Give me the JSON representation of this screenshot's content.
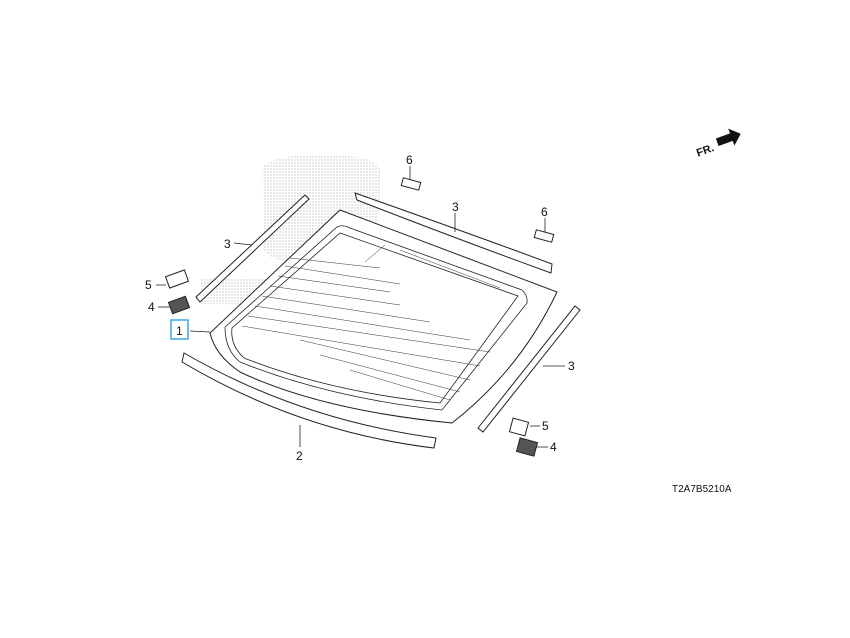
{
  "diagram": {
    "direction_label": "FR.",
    "diagram_code": "T2A7B5210A",
    "highlight_color": "#3aa6dd",
    "watermark": "HONDA",
    "callouts": {
      "glass": "1",
      "lower_molding": "2",
      "left_molding": "3",
      "top_molding": "3",
      "right_molding": "3",
      "left_spacer": "4",
      "right_spacer": "4",
      "left_pad": "5",
      "right_pad": "5",
      "left_clip": "6",
      "right_clip": "6"
    }
  }
}
